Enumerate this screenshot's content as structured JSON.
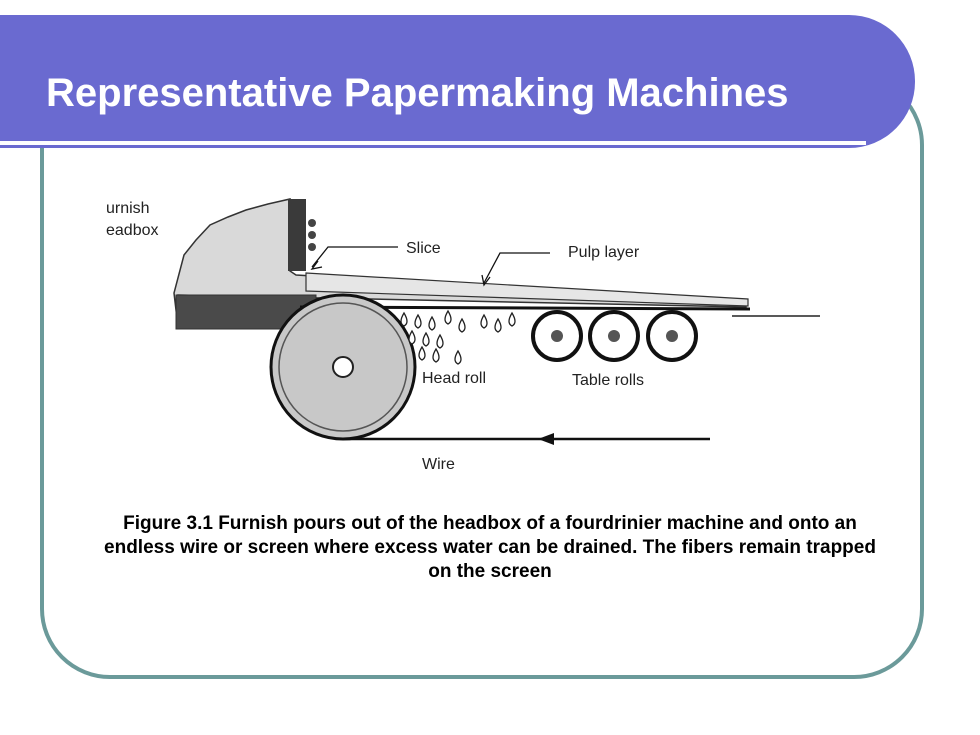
{
  "slide": {
    "title": "Representative Papermaking Machines",
    "caption": "Figure 3.1  Furnish pours out of the headbox of a fourdrinier machine and onto an endless wire or screen where excess water can be drained. The fibers remain trapped on the screen"
  },
  "diagram": {
    "labels": {
      "furnish": "urnish",
      "headbox": "eadbox",
      "slice": "Slice",
      "pulp_layer": "Pulp layer",
      "head_roll": "Head roll",
      "table_rolls": "Table rolls",
      "wire": "Wire"
    }
  },
  "colors": {
    "title_bar": "#6a6ad0",
    "frame_border": "#6b9a9a"
  }
}
